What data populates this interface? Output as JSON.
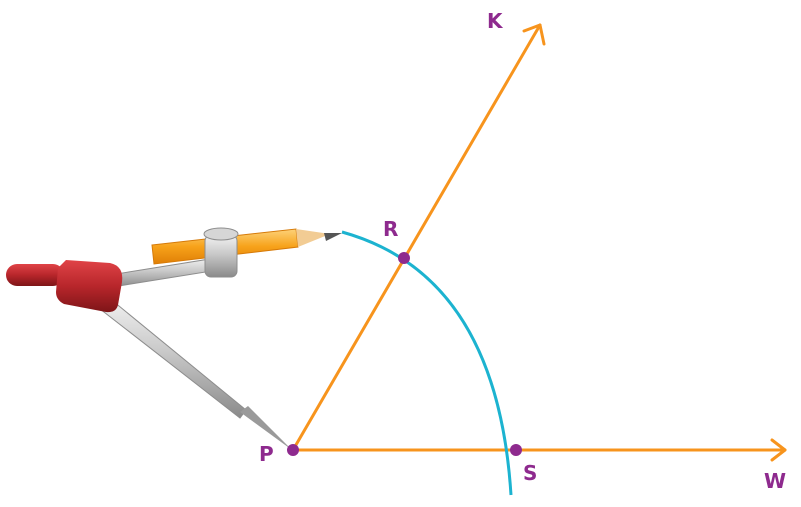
{
  "colors": {
    "ray": "#f7941d",
    "arc": "#1cb3d0",
    "point": "#8e2a8e",
    "label": "#8e2a8e",
    "compass_body": "#b8262b",
    "pencil": "#f7a21a"
  },
  "labels": {
    "k": "K",
    "r": "R",
    "p": "P",
    "s": "S",
    "w": "W"
  },
  "icons": {
    "tool": "compass-icon",
    "pencil": "pencil-icon"
  }
}
